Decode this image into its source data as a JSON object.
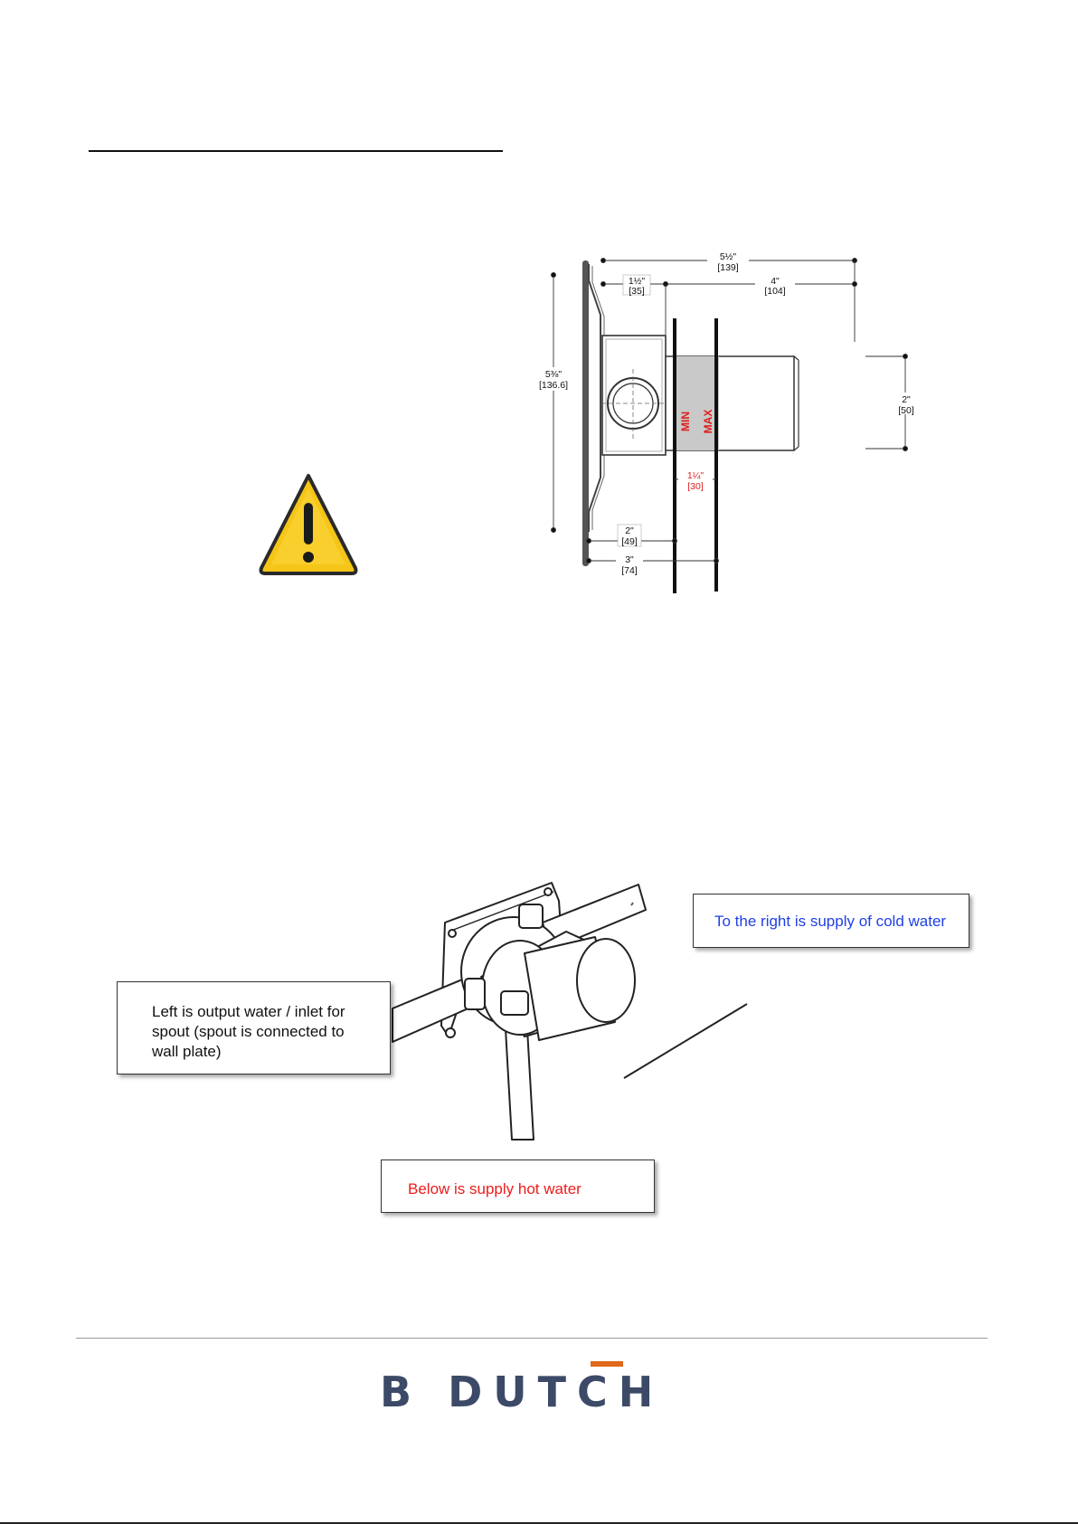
{
  "diagram": {
    "dim_total_width": {
      "imperial": "5½\"",
      "metric": "[139]"
    },
    "dim_inner_depth": {
      "imperial": "1½\"",
      "metric": "[35]"
    },
    "dim_body_length": {
      "imperial": "4\"",
      "metric": "[104]"
    },
    "dim_height": {
      "imperial": "5⅜\"",
      "metric": "[136.6]"
    },
    "dim_diameter": {
      "imperial": "2\"",
      "metric": "[50]"
    },
    "dim_range": {
      "imperial": "1¼\"",
      "metric": "[30]"
    },
    "dim_min_depth": {
      "imperial": "2\"",
      "metric": "[49]"
    },
    "dim_max_depth": {
      "imperial": "3\"",
      "metric": "[74]"
    },
    "label_min": "MIN",
    "label_max": "MAX"
  },
  "callouts": {
    "left_lines": [
      "Left is output water / inlet for",
      "spout (spout is connected to",
      "wall plate)"
    ],
    "right": "To the right is supply of cold water",
    "below": "Below is supply hot water"
  },
  "colors": {
    "warning_yellow": "#f5c518",
    "brand_navy": "#3c4a68",
    "brand_orange": "#e1671b",
    "cold_text": "#1f3fe6",
    "hot_text": "#ee1c1c"
  },
  "footer": {
    "logo_text": "B DUTCH",
    "logo_icon": "b-and-dutch-logo"
  }
}
